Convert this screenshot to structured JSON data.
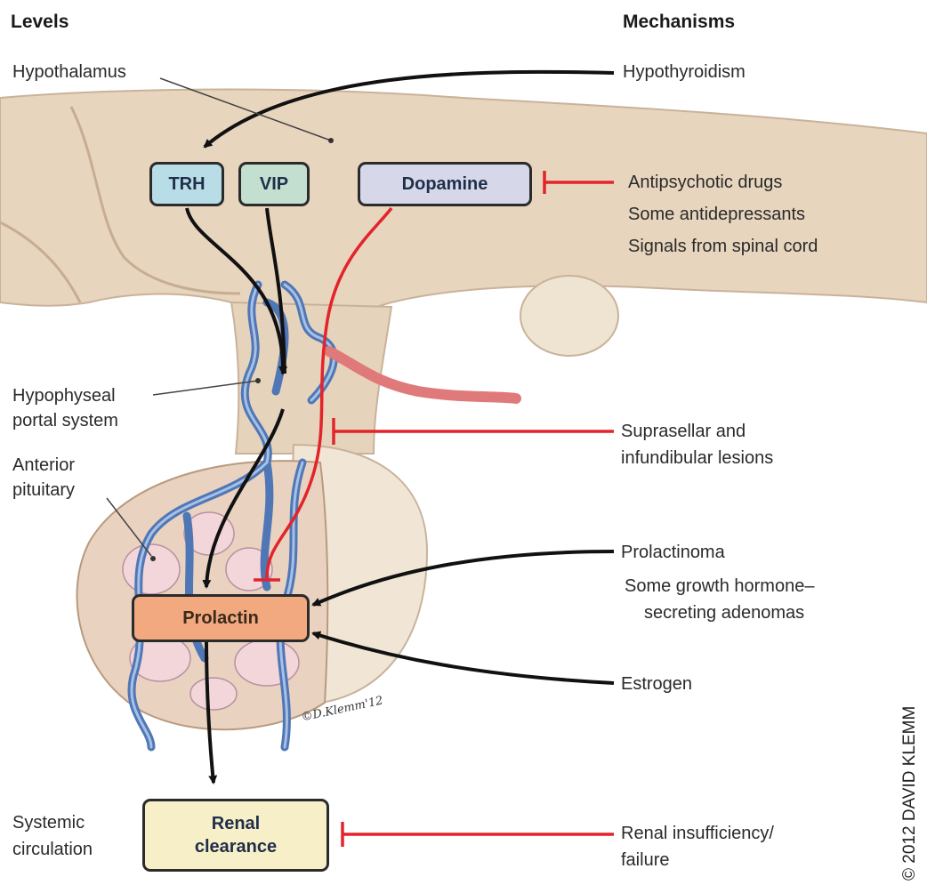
{
  "headers": {
    "levels": "Levels",
    "mechanisms": "Mechanisms"
  },
  "levels": {
    "hypothalamus": "Hypothalamus",
    "portal_line1": "Hypophyseal",
    "portal_line2": "portal system",
    "anterior_line1": "Anterior",
    "anterior_line2": "pituitary",
    "systemic_line1": "Systemic",
    "systemic_line2": "circulation"
  },
  "boxes": {
    "trh": "TRH",
    "vip": "VIP",
    "dopamine": "Dopamine",
    "prolactin": "Prolactin",
    "renal_line1": "Renal",
    "renal_line2": "clearance"
  },
  "mechanisms": {
    "hypothyroidism": "Hypothyroidism",
    "antipsychotic": "Antipsychotic drugs",
    "antidepressants": "Some antidepressants",
    "spinal": "Signals from spinal cord",
    "suprasellar_line1": "Suprasellar and",
    "suprasellar_line2": "infundibular lesions",
    "prolactinoma": "Prolactinoma",
    "gh_line1": "Some growth hormone–",
    "gh_line2": "secreting adenomas",
    "estrogen": "Estrogen",
    "renal_line1": "Renal insufficiency/",
    "renal_line2": "failure"
  },
  "signature": "©D.Klemm'12",
  "copyright": "© 2012 DAVID KLEMM",
  "colors": {
    "stimulate_arrow": "#111111",
    "inhibit_line": "#e2242b",
    "trh_fill": "#b9dde6",
    "vip_fill": "#c3dfcf",
    "dopamine_fill": "#d7d7ea",
    "prolactin_fill": "#f2a980",
    "renal_fill": "#f7efc8",
    "vessel": "#4f77b6",
    "tissue": "#e9d8c2"
  }
}
